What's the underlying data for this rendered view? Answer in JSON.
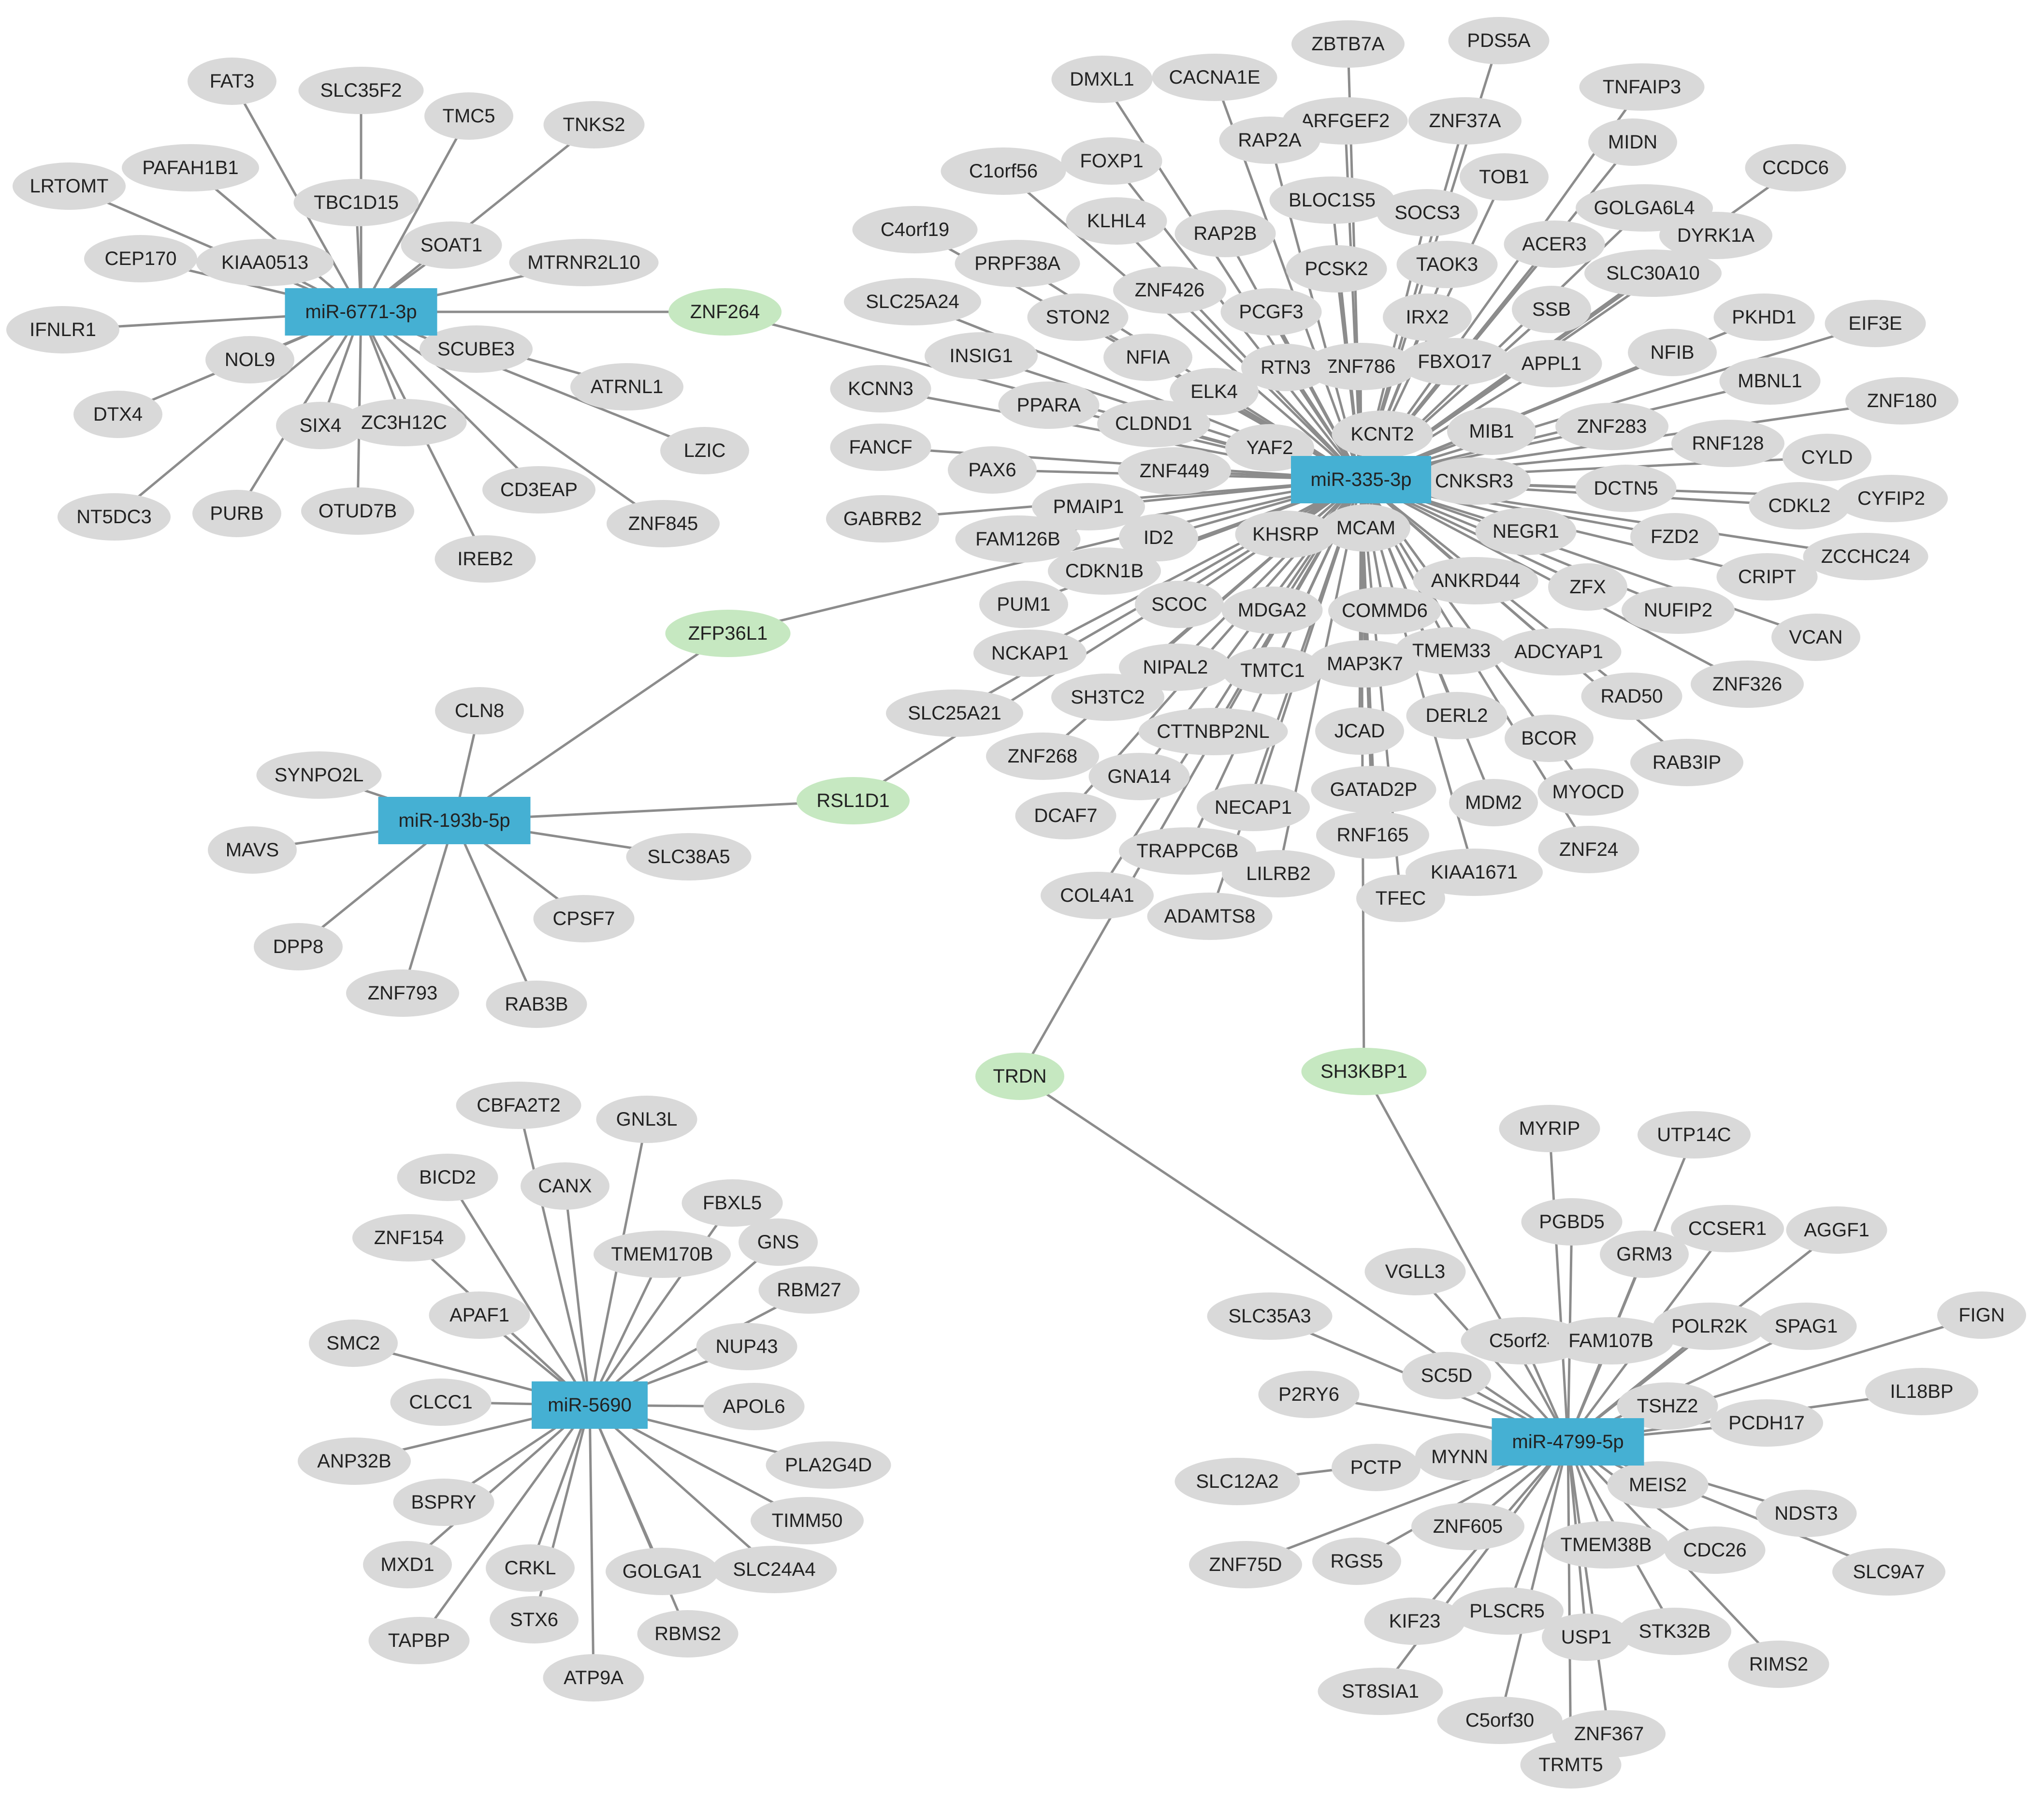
{
  "colors": {
    "mirna": "#45b0d3",
    "shared_gene": "#c6e8c1",
    "gene": "#d9d9d9",
    "edge": "#8c8c8c"
  },
  "hubs": {
    "h6771": "miR-6771-3p",
    "h335": "miR-335-3p",
    "h193": "miR-193b-5p",
    "h5690": "miR-5690",
    "h4799": "miR-4799-5p"
  },
  "shared_genes": {
    "ZNF264": [
      "h6771",
      "h335"
    ],
    "ZFP36L1": [
      "h193",
      "h335"
    ],
    "RSL1D1": [
      "h193",
      "h335"
    ],
    "TRDN": [
      "h335",
      "h4799"
    ],
    "SH3KBP1": [
      "h335",
      "h4799"
    ]
  },
  "targets": {
    "h6771": [
      "FAT3",
      "SLC35F2",
      "TMC5",
      "TNKS2",
      "PAFAH1B1",
      "LRTOMT",
      "TBC1D15",
      "SOAT1",
      "KIAA0513",
      "CEP170",
      "MTRNR2L10",
      "IFNLR1",
      "SCUBE3",
      "NOL9",
      "ATRNL1",
      "DTX4",
      "SIX4",
      "ZC3H12C",
      "LZIC",
      "NT5DC3",
      "PURB",
      "OTUD7B",
      "CD3EAP",
      "IREB2",
      "ZNF845"
    ],
    "h193": [
      "CLN8",
      "SYNPO2L",
      "MAVS",
      "SLC38A5",
      "CPSF7",
      "DPP8",
      "ZNF793",
      "RAB3B"
    ],
    "h5690": [
      "CBFA2T2",
      "GNL3L",
      "BICD2",
      "CANX",
      "FBXL5",
      "ZNF154",
      "TMEM170B",
      "GNS",
      "RBM27",
      "APAF1",
      "NUP43",
      "SMC2",
      "CLCC1",
      "APOL6",
      "ANP32B",
      "PLA2G4D",
      "BSPRY",
      "TIMM50",
      "MXD1",
      "CRKL",
      "GOLGA1",
      "SLC24A4",
      "TAPBP",
      "STX6",
      "RBMS2",
      "ATP9A"
    ],
    "h4799": [
      "MYRIP",
      "UTP14C",
      "PGBD5",
      "GRM3",
      "CCSER1",
      "AGGF1",
      "VGLL3",
      "FIGN",
      "SLC35A3",
      "C5orf24",
      "FAM107B",
      "POLR2K",
      "SPAG1",
      "SC5D",
      "IL18BP",
      "P2RY6",
      "TSHZ2",
      "PCDH17",
      "SLC12A2",
      "PCTP",
      "MYNN",
      "MEIS2",
      "NDST3",
      "ZNF605",
      "TMEM38B",
      "CDC26",
      "SLC9A7",
      "ZNF75D",
      "RGS5",
      "KIF23",
      "PLSCR5",
      "USP1",
      "STK32B",
      "RIMS2",
      "ST8SIA1",
      "C5orf30",
      "ZNF367",
      "TRMT5"
    ],
    "h335": [
      "ZBTB7A",
      "PDS5A",
      "DMXL1",
      "CACNA1E",
      "ARFGEF2",
      "ZNF37A",
      "TNFAIP3",
      "RAP2A",
      "MIDN",
      "FOXP1",
      "TOB1",
      "C1orf56",
      "BLOC1S5",
      "SOCS3",
      "GOLGA6L4",
      "CCDC6",
      "KLHL4",
      "C4orf19",
      "RAP2B",
      "ACER3",
      "DYRK1A",
      "PRPF38A",
      "PCSK2",
      "TAOK3",
      "ZNF426",
      "SLC30A10",
      "SLC25A24",
      "PCGF3",
      "SSB",
      "STON2",
      "IRX2",
      "PKHD1",
      "EIF3E",
      "NFIA",
      "NFIB",
      "INSIG1",
      "ZNF786",
      "FBXO17",
      "APPL1",
      "RTN3",
      "KCNN3",
      "ELK4",
      "MBNL1",
      "PPARA",
      "ZNF180",
      "CLDND1",
      "ZNF283",
      "KCNT2",
      "MIB1",
      "RNF128",
      "FANCF",
      "YAF2",
      "CYLD",
      "ZNF449",
      "PAX6",
      "CNKSR3",
      "DCTN5",
      "CDKL2",
      "CYFIP2",
      "PMAIP1",
      "GABRB2",
      "MCAM",
      "NEGR1",
      "FAM126B",
      "ID2",
      "KHSRP",
      "FZD2",
      "ZCCHC24",
      "CRIPT",
      "CDKN1B",
      "ANKRD44",
      "PUM1",
      "SCOC",
      "ZFX",
      "NUFIP2",
      "MDGA2",
      "COMMD6",
      "VCAN",
      "NCKAP1",
      "TMEM33",
      "ADCYAP1",
      "NIPAL2",
      "TMTC1",
      "MAP3K7",
      "ZNF326",
      "RAD50",
      "SH3TC2",
      "SLC25A21",
      "CTTNBP2NL",
      "JCAD",
      "DERL2",
      "BCOR",
      "ZNF268",
      "RAB3IP",
      "GNA14",
      "GATAD2P",
      "MDM2",
      "MYOCD",
      "DCAF7",
      "NECAP1",
      "RNF165",
      "ZNF24",
      "TRAPPC6B",
      "LILRB2",
      "KIAA1671",
      "COL4A1",
      "TFEC",
      "ADAMTS8"
    ]
  }
}
